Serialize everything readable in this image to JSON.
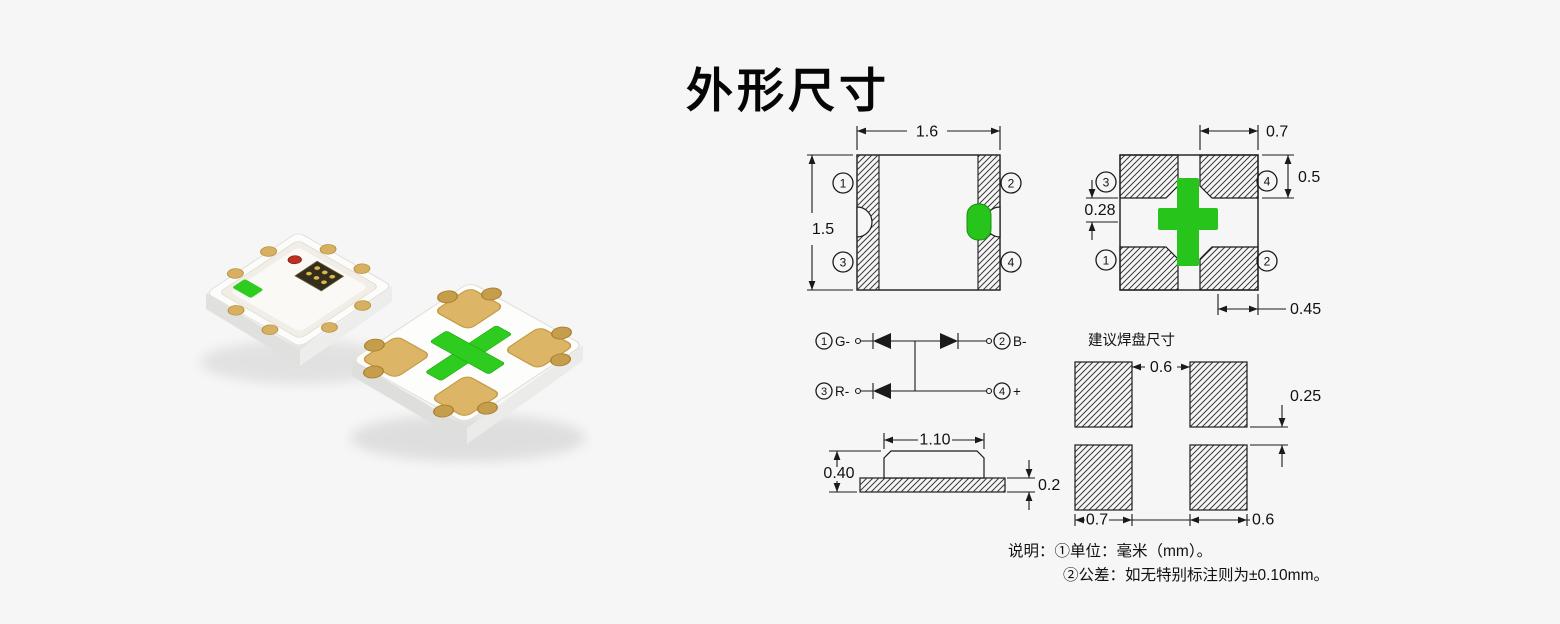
{
  "title": "外形尺寸",
  "colors": {
    "accent_green": "#27c41c",
    "pad_gold": "#dcb567",
    "line": "#1a1a1a",
    "background": "#f6f6f6"
  },
  "top_view": {
    "dim_width": "1.6",
    "dim_height": "1.5",
    "pin_tl": "1",
    "pin_tr": "2",
    "pin_bl": "3",
    "pin_br": "4"
  },
  "bottom_view": {
    "dim_pad_width": "0.7",
    "dim_pad_height": "0.5",
    "dim_slot": "0.28",
    "dim_edge": "0.45",
    "pin_tl": "3",
    "pin_tr": "4",
    "pin_bl": "1",
    "pin_br": "2"
  },
  "schematic": {
    "pin1_num": "1",
    "pin1_label": "G-",
    "pin2_num": "2",
    "pin2_label": "B-",
    "pin3_num": "3",
    "pin3_label": "R-",
    "pin4_num": "4",
    "pin4_label": "+"
  },
  "pad_layout": {
    "title": "建议焊盘尺寸",
    "dim_top_gap": "0.6",
    "dim_row_gap": "0.25",
    "dim_left_pad": "0.7",
    "dim_right_pad": "0.6"
  },
  "side_view": {
    "dim_body_width": "1.10",
    "dim_height": "0.40",
    "dim_base_thickness": "0.2"
  },
  "notes": {
    "line1": "说明：①单位：毫米（mm）。",
    "line2": "②公差：如无特别标注则为±0.10mm。"
  }
}
